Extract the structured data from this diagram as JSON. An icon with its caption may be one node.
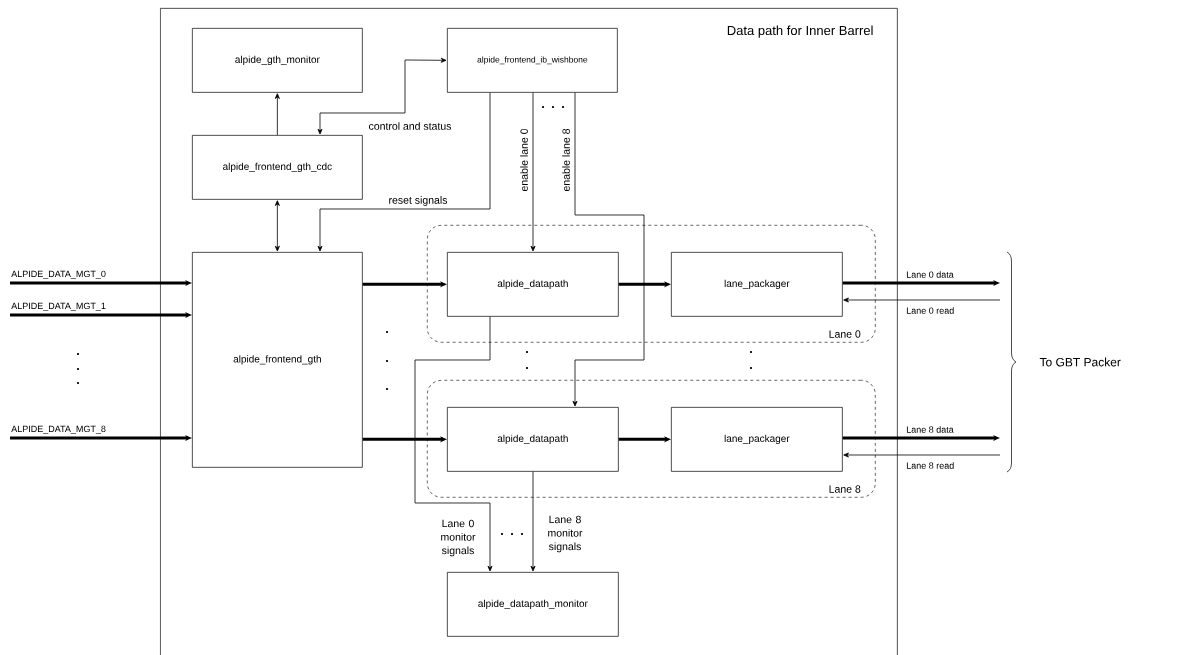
{
  "diagram": {
    "nodes": [
      {
        "text": [
          "Data path for Inner Barrel"
        ]
      },
      {
        "text": [
          "alpide_gth_monitor"
        ],
        "in": 0
      },
      {
        "text": [
          "alpide_frontend_ib_wishbone"
        ],
        "in": 0
      },
      {
        "text": [
          "alpide_frontend_gth_cdc"
        ],
        "in": 0
      },
      {
        "text": [
          "alpide_frontend_gth"
        ],
        "in": 0
      },
      {
        "text": [
          "Lane 0"
        ],
        "in": 0
      },
      {
        "text": [
          "alpide_datapath"
        ],
        "in": 5
      },
      {
        "text": [
          "lane_packager"
        ],
        "in": 5
      },
      {
        "text": [
          "Lane 8"
        ],
        "in": 0
      },
      {
        "text": [
          "alpide_datapath"
        ],
        "in": 8
      },
      {
        "text": [
          "lane_packager"
        ],
        "in": 8
      },
      {
        "text": [
          "alpide_datapath_monitor"
        ],
        "in": 0
      }
    ],
    "edges": [
      {
        "from": 3,
        "to": 1,
        "arrow": "to"
      },
      {
        "from": 2,
        "to": 3,
        "arrow": "both",
        "label": "control and status"
      },
      {
        "from": 3,
        "to": 4,
        "arrow": "both"
      },
      {
        "from": 2,
        "to": 4,
        "arrow": "to",
        "label": "reset signals"
      },
      {
        "from": 2,
        "to": 6,
        "arrow": "to",
        "label": "enable lane 0"
      },
      {
        "from": 2,
        "to": 9,
        "arrow": "to",
        "label": "enable lane 8"
      },
      {
        "from": null,
        "to": 4,
        "arrow": "to",
        "label": "ALPIDE_DATA_MGT_0",
        "style": "thick"
      },
      {
        "from": null,
        "to": 4,
        "arrow": "to",
        "label": "ALPIDE_DATA_MGT_1",
        "style": "thick"
      },
      {
        "from": null,
        "to": 4,
        "arrow": "to",
        "label": "ALPIDE_DATA_MGT_8",
        "style": "thick"
      },
      {
        "from": 4,
        "to": 6,
        "arrow": "to",
        "style": "thick"
      },
      {
        "from": 4,
        "to": 9,
        "arrow": "to",
        "style": "thick"
      },
      {
        "from": 6,
        "to": 7,
        "arrow": "to",
        "style": "thick"
      },
      {
        "from": 9,
        "to": 10,
        "arrow": "to",
        "style": "thick"
      },
      {
        "from": 7,
        "to": null,
        "arrow": "to",
        "label": "Lane 0 data",
        "style": "thick"
      },
      {
        "from": null,
        "to": 7,
        "arrow": "to",
        "label": "Lane 0 read"
      },
      {
        "from": 10,
        "to": null,
        "arrow": "to",
        "label": "Lane 8 data",
        "style": "thick"
      },
      {
        "from": null,
        "to": 10,
        "arrow": "to",
        "label": "Lane 8 read"
      },
      {
        "from": 6,
        "to": 11,
        "arrow": "to",
        "label": "Lane 0 monitor signals"
      },
      {
        "from": 9,
        "to": 11,
        "arrow": "to",
        "label": "Lane 8 monitor signals"
      }
    ],
    "labels": [
      "To GBT Packer"
    ]
  }
}
